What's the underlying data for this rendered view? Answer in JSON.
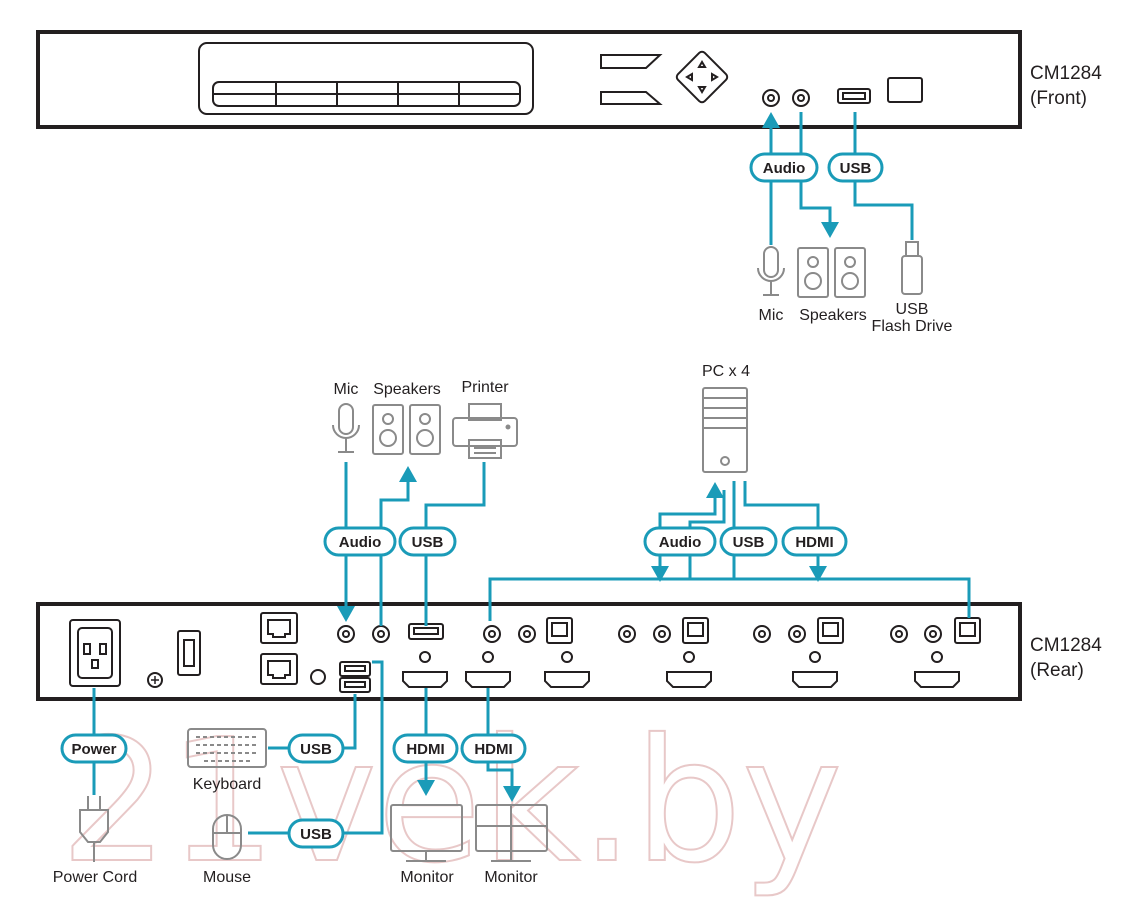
{
  "units": {
    "front_label": [
      "CM1284",
      "(Front)"
    ],
    "rear_label": [
      "CM1284",
      "(Rear)"
    ]
  },
  "devices": {
    "mic_front": "Mic",
    "speakers_front": "Speakers",
    "usb_flash_drive": [
      "USB",
      "Flash Drive"
    ],
    "mic_rear": "Mic",
    "speakers_rear": "Speakers",
    "printer": "Printer",
    "pc": "PC x 4",
    "keyboard": "Keyboard",
    "mouse": "Mouse",
    "power_cord": "Power Cord",
    "monitor_1": "Monitor",
    "monitor_2": "Monitor"
  },
  "connections": {
    "front_audio": "Audio",
    "front_usb": "USB",
    "rear_audio": "Audio",
    "rear_usb": "USB",
    "pc_audio": "Audio",
    "pc_usb": "USB",
    "pc_hdmi": "HDMI",
    "power": "Power",
    "keyboard_usb": "USB",
    "mouse_usb": "USB",
    "monitor1_hdmi": "HDMI",
    "monitor2_hdmi": "HDMI"
  },
  "colors": {
    "cable": "#1a9bb8",
    "outline": "#231f20",
    "device": "#8a8a8a"
  },
  "watermark": "21vek.by"
}
